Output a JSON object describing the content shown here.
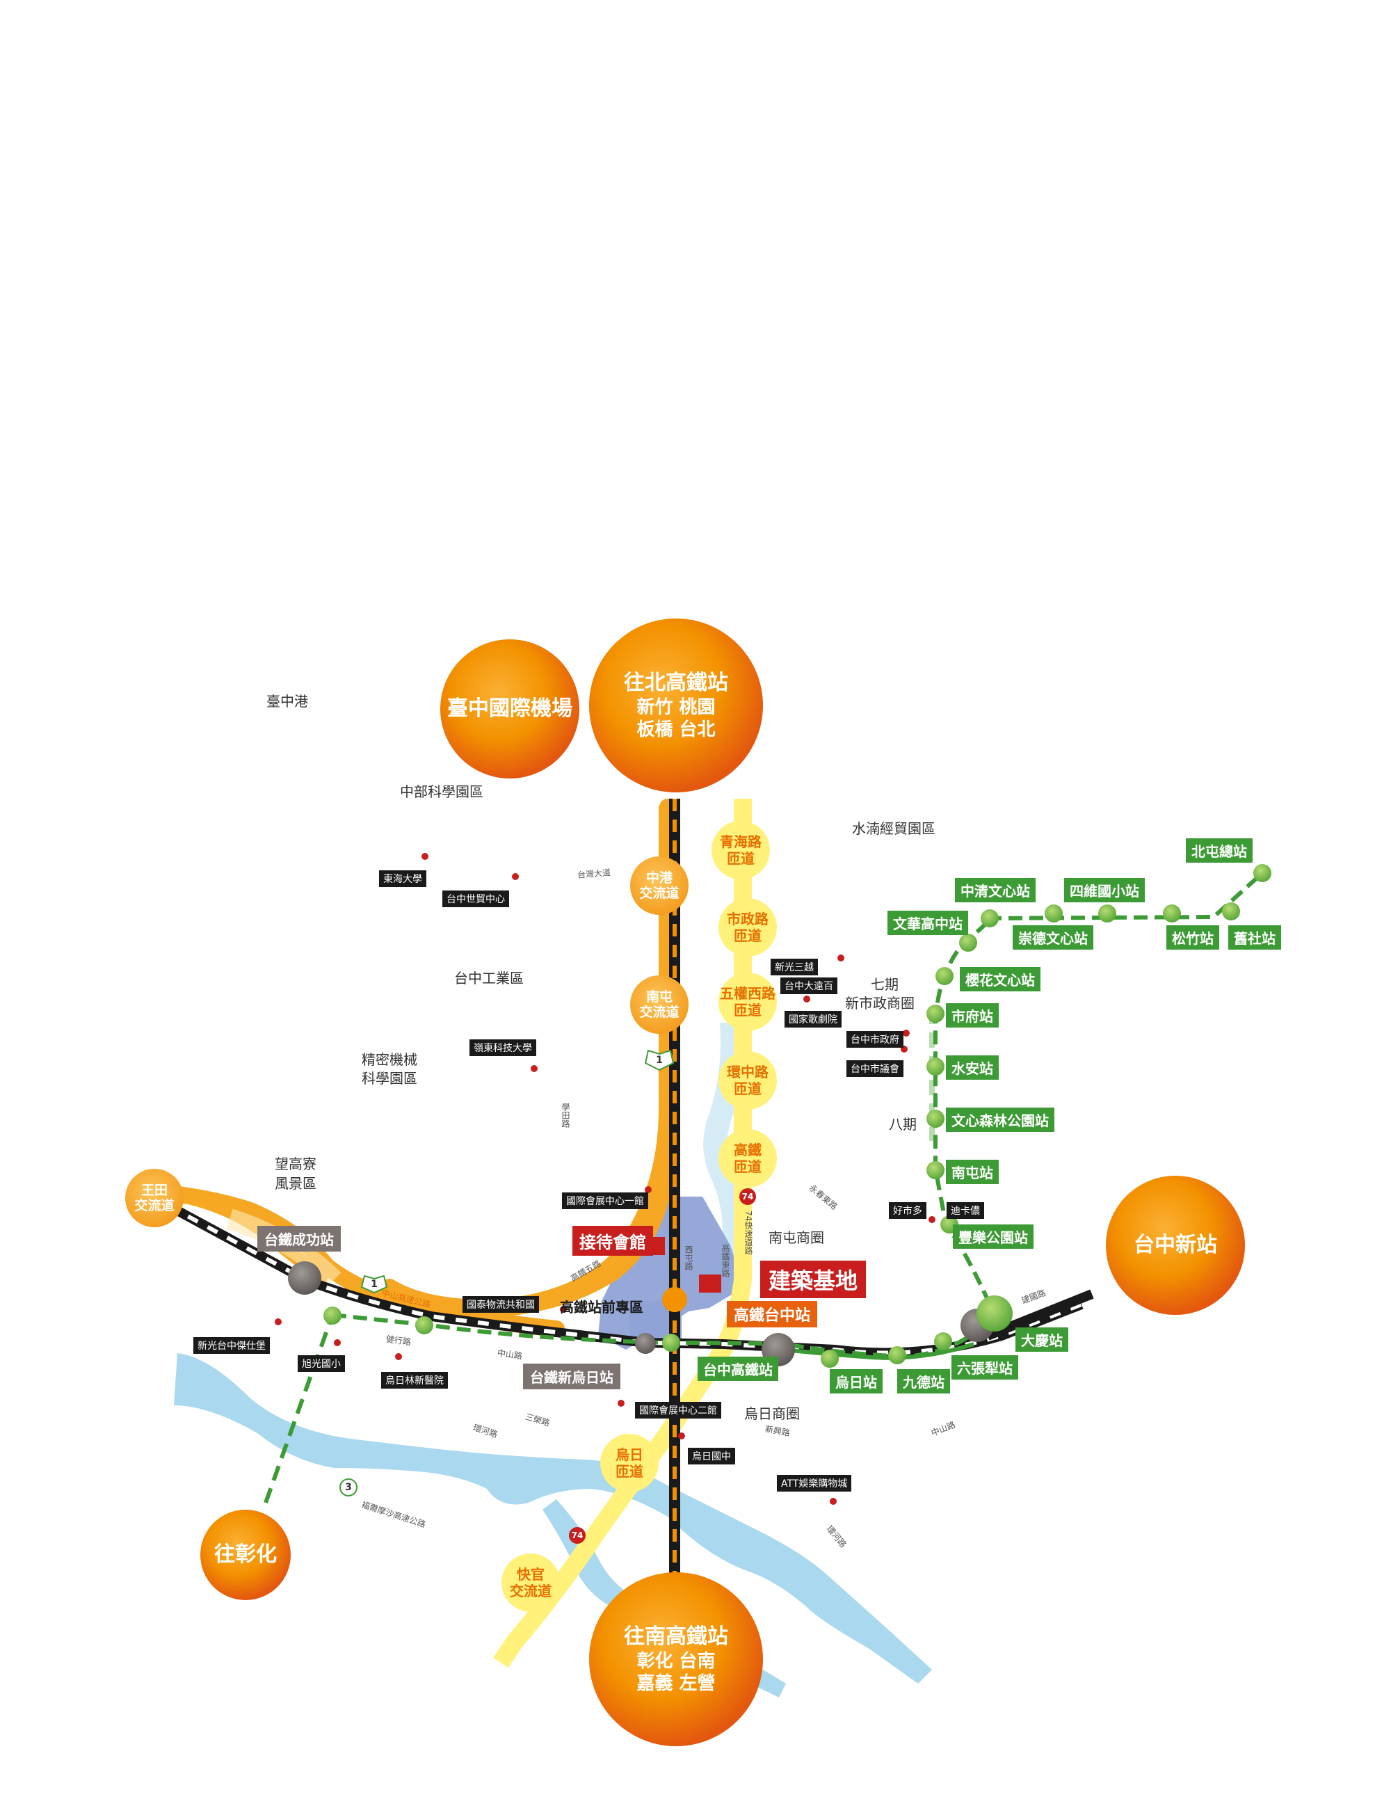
{
  "colors": {
    "orange": "#f39200",
    "orange_dark": "#e8620e",
    "yellow": "#fff17a",
    "green": "#3d9b35",
    "red": "#c81e1e",
    "gray": "#7d7471",
    "river": "#a9d8ef",
    "blue_zone": "#8fa3d6"
  },
  "big_circles": {
    "airport": "臺中國際機場",
    "north": {
      "title": "往北高鐵站",
      "l1": "新竹 桃園",
      "l2": "板橋 台北"
    },
    "south": {
      "title": "往南高鐵站",
      "l1": "彰化 台南",
      "l2": "嘉義 左營"
    },
    "changhua": "往彰化",
    "taichung_new": "台中新站"
  },
  "interchanges": {
    "zhonggang": [
      "中港",
      "交流道"
    ],
    "nantun": [
      "南屯",
      "交流道"
    ],
    "wangtian": [
      "王田",
      "交流道"
    ],
    "wuri": [
      "烏日",
      "匝道"
    ],
    "kuaiguan": [
      "快官",
      "交流道"
    ]
  },
  "ramps": {
    "qinghai": [
      "青海路",
      "匝道"
    ],
    "shizheng": [
      "市政路",
      "匝道"
    ],
    "wuquan": [
      "五權西路",
      "匝道"
    ],
    "huanzhong": [
      "環中路",
      "匝道"
    ],
    "hsr": [
      "高鐵",
      "匝道"
    ]
  },
  "areas": {
    "taichung_port": "臺中港",
    "science_park": "中部科學園區",
    "shuinan": "水湳經貿園區",
    "industrial": "台中工業區",
    "precision_1": "精密機械",
    "precision_2": "科學園區",
    "phase7_1": "七期",
    "phase7_2": "新市政商圈",
    "phase8": "八期",
    "wanggao_1": "望高寮",
    "wanggao_2": "風景區",
    "nantun_biz": "南屯商圈",
    "wuri_biz": "烏日商圈",
    "hsr_zone": "高鐵站前專區"
  },
  "landmarks": {
    "tunghai": "東海大學",
    "wtc": "台中世貿中心",
    "lingtung": "嶺東科技大學",
    "shinkong": "新光三越",
    "fareastern": "台中大遠百",
    "opera": "國家歌劇院",
    "cityhall": "台中市政府",
    "council": "台中市議會",
    "expo1": "國際會展中心一館",
    "expo2": "國際會展中心二館",
    "cathay": "國泰物流共和國",
    "shinkong_jie": "新光台中傑仕堡",
    "xuguang": "旭光國小",
    "linxin": "烏日林新醫院",
    "wuri_jh": "烏日國中",
    "att": "ATT娛樂購物城",
    "haoshiduo": "好市多",
    "dika": "迪卡儂"
  },
  "key": {
    "reception": "接待會館",
    "site": "建築基地",
    "hsr_taichung": "高鐵台中站"
  },
  "train_stations": {
    "chenggong": "台鐵成功站",
    "xinwuri": "台鐵新烏日站"
  },
  "mrt_stations": {
    "beitun": "北屯總站",
    "zhongqing": "中清文心站",
    "siwei": "四維國小站",
    "wenhua": "文華高中站",
    "chongde": "崇德文心站",
    "songzhu": "松竹站",
    "jiushe": "舊社站",
    "yinghua": "櫻花文心站",
    "shifu": "市府站",
    "shuian": "水安站",
    "wenxin_forest": "文心森林公園站",
    "nantun_st": "南屯站",
    "fengle": "豐樂公園站",
    "daqing": "大慶站",
    "liuzhangli": "六張犁站",
    "jiude": "九德站",
    "wuri_st": "烏日站",
    "hsr_st": "台中高鐵站"
  },
  "roads": {
    "taiwan_blvd": "台灣大道",
    "xuetian": "學田路",
    "zhongshan_fwy": "中山高速公路",
    "jianxing": "健行路",
    "zhongshan1": "中山路",
    "zhongshan2": "中山路",
    "sanhe": "三榮路",
    "huanhe1": "環河路",
    "huanhe2": "環河路",
    "xixing": "新興路",
    "xiwu": "西屯路",
    "gaotie_east": "高鐵東路",
    "expy74": "74快速道路",
    "jianguo": "建國路",
    "gaotie_rd2": "高鐵五路",
    "coastal": "福爾摩沙高速公路",
    "yongchun": "永春東路",
    "shield_1": "1",
    "shield_3": "3",
    "shield_74": "74"
  }
}
